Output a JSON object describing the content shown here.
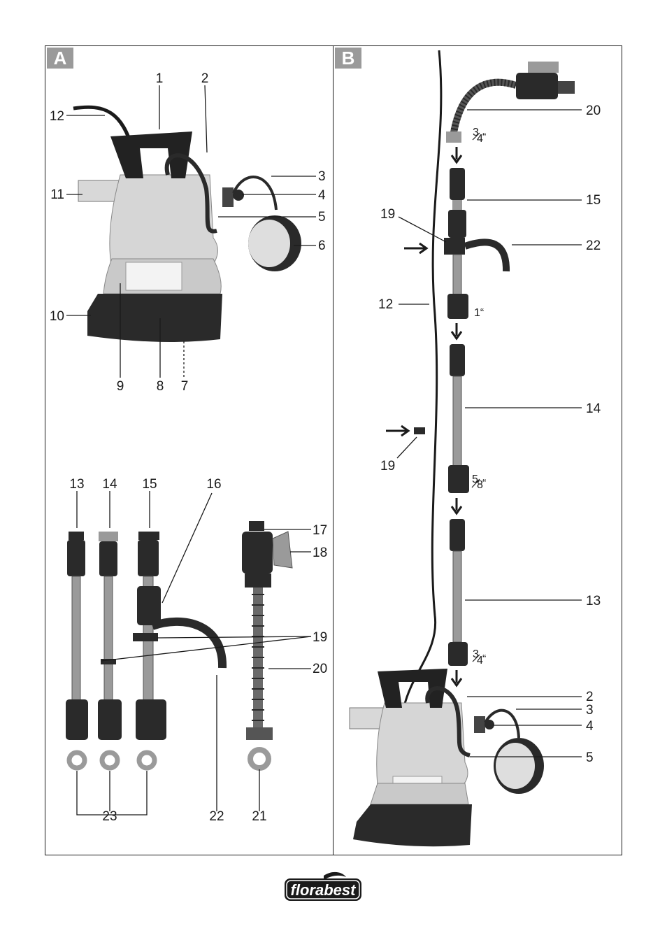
{
  "panels": {
    "a": {
      "badge": "A"
    },
    "b": {
      "badge": "B"
    }
  },
  "labels_a_top": [
    "1",
    "2",
    "12",
    "3",
    "11",
    "4",
    "5",
    "6",
    "10",
    "9",
    "8",
    "7"
  ],
  "labels_a_bottom": [
    "13",
    "14",
    "15",
    "16",
    "17",
    "18",
    "19",
    "20",
    "23",
    "22",
    "21"
  ],
  "labels_b": [
    "20",
    "15",
    "19",
    "22",
    "12",
    "14",
    "19",
    "13",
    "2",
    "3",
    "4",
    "5"
  ],
  "sizes_b": [
    "3/4“",
    "1“",
    "5/8“",
    "3/4“"
  ],
  "size_parts": {
    "three_quarter": {
      "num": "3",
      "den": "4",
      "quote": "“"
    },
    "one_inch": "1“",
    "five_eighth": {
      "num": "5",
      "den": "8",
      "quote": "“"
    }
  },
  "brand": {
    "name": "florabest"
  }
}
